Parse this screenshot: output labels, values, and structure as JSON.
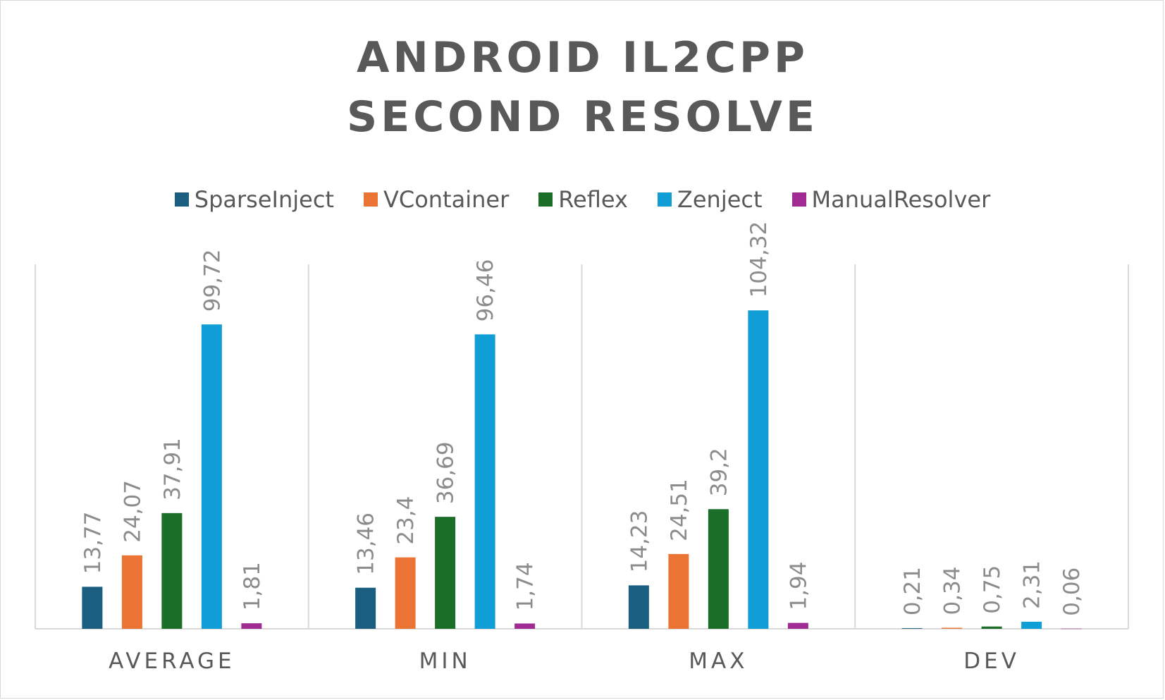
{
  "chart_data": {
    "type": "bar",
    "title_lines": [
      "ANDROID IL2CPP",
      "SECOND RESOLVE"
    ],
    "categories": [
      "AVERAGE",
      "MIN",
      "MAX",
      "DEV"
    ],
    "series": [
      {
        "name": "SparseInject",
        "color": "#1a5e80",
        "values": [
          13.77,
          13.46,
          14.23,
          0.21
        ],
        "labels": [
          "13,77",
          "13,46",
          "14,23",
          "0,21"
        ]
      },
      {
        "name": "VContainer",
        "color": "#eb7435",
        "values": [
          24.07,
          23.4,
          24.51,
          0.34
        ],
        "labels": [
          "24,07",
          "23,4",
          "24,51",
          "0,34"
        ]
      },
      {
        "name": "Reflex",
        "color": "#1a6e27",
        "values": [
          37.91,
          36.69,
          39.2,
          0.75
        ],
        "labels": [
          "37,91",
          "36,69",
          "39,2",
          "0,75"
        ]
      },
      {
        "name": "Zenject",
        "color": "#119ed6",
        "values": [
          99.72,
          96.46,
          104.32,
          2.31
        ],
        "labels": [
          "99,72",
          "96,46",
          "104,32",
          "2,31"
        ]
      },
      {
        "name": "ManualResolver",
        "color": "#a02b93",
        "values": [
          1.81,
          1.74,
          1.94,
          0.06
        ],
        "labels": [
          "1,81",
          "1,74",
          "1,94",
          "0,06"
        ]
      }
    ],
    "ylim": [
      0,
      110
    ],
    "legend_position": "top",
    "data_labels": "rotated-vertical",
    "grid": false
  }
}
